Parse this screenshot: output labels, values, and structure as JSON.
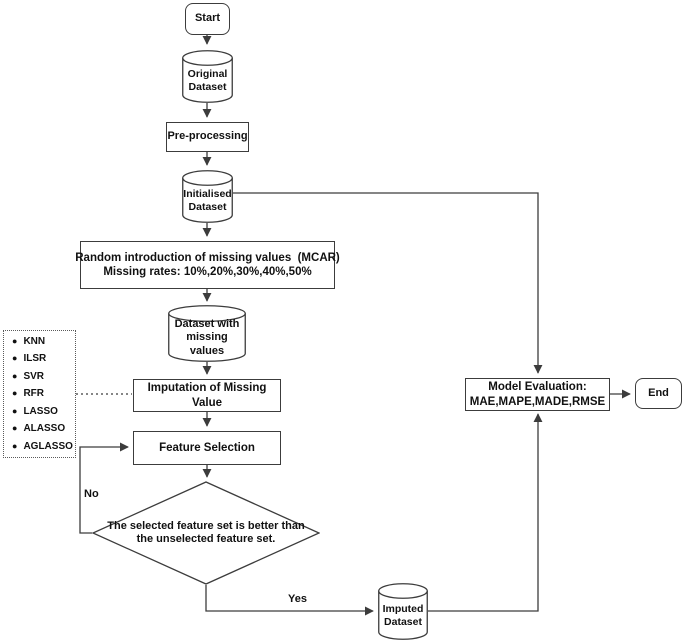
{
  "diagram": {
    "title": "Missing value imputation flowchart",
    "nodes": {
      "start": {
        "label": "Start"
      },
      "original_dataset": {
        "line1": "Original",
        "line2": "Dataset"
      },
      "pre_processing": {
        "label": "Pre-processing"
      },
      "initialised_dataset": {
        "line1": "Initialised",
        "line2": "Dataset"
      },
      "mcar": {
        "line1": "Random introduction of missing values  (MCAR)",
        "line2": "Missing rates: 10%,20%,30%,40%,50%"
      },
      "dataset_missing": {
        "line1": "Dataset with",
        "line2": "missing values"
      },
      "imputation": {
        "label": "Imputation of Missing Value"
      },
      "feature_selection": {
        "label": "Feature Selection"
      },
      "decision": {
        "line1": "The selected feature set is better than",
        "line2": "the unselected feature set."
      },
      "imputed_dataset": {
        "line1": "Imputed",
        "line2": "Dataset"
      },
      "model_evaluation": {
        "line1": "Model Evaluation:",
        "line2": "MAE,MAPE,MADE,RMSE"
      },
      "end": {
        "label": "End"
      }
    },
    "methods_list": {
      "items": [
        "KNN",
        "ILSR",
        "SVR",
        "RFR",
        "LASSO",
        "ALASSO",
        "AGLASSO"
      ],
      "bullet": "●"
    },
    "edge_labels": {
      "no": "No",
      "yes": "Yes"
    },
    "colors": {
      "stroke": "#3c3c3c",
      "text": "#111111",
      "background": "#ffffff"
    }
  }
}
